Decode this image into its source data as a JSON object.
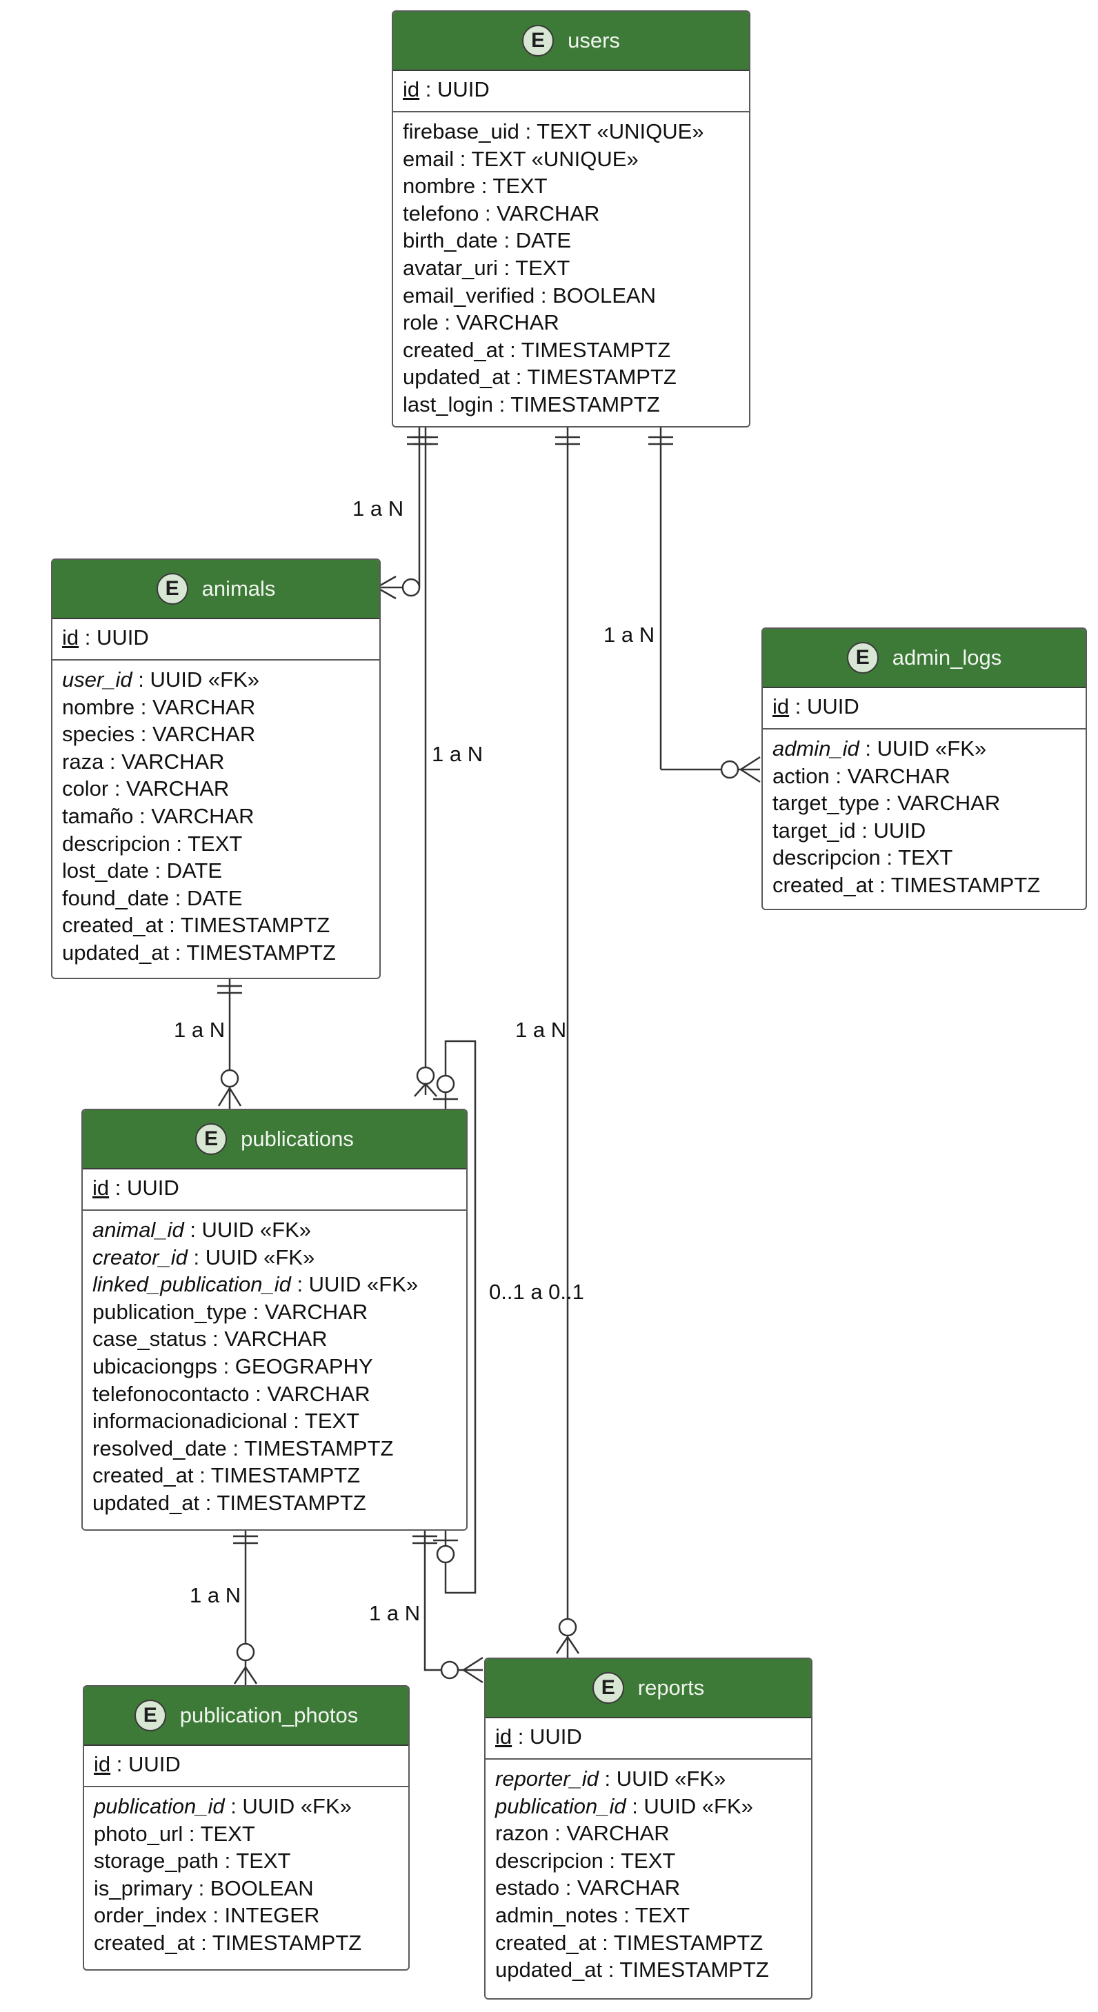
{
  "entities": {
    "users": {
      "icon": "E",
      "name": "users",
      "pk": {
        "name": "id",
        "type": " : UUID"
      },
      "attributes": [
        {
          "name": "firebase_uid",
          "type": " : TEXT «UNIQUE»",
          "fk": false
        },
        {
          "name": "email",
          "type": " : TEXT «UNIQUE»",
          "fk": false
        },
        {
          "name": "nombre",
          "type": " : TEXT",
          "fk": false
        },
        {
          "name": "telefono",
          "type": " : VARCHAR",
          "fk": false
        },
        {
          "name": "birth_date",
          "type": " : DATE",
          "fk": false
        },
        {
          "name": "avatar_uri",
          "type": " : TEXT",
          "fk": false
        },
        {
          "name": "email_verified",
          "type": " : BOOLEAN",
          "fk": false
        },
        {
          "name": "role",
          "type": " : VARCHAR",
          "fk": false
        },
        {
          "name": "created_at",
          "type": " : TIMESTAMPTZ",
          "fk": false
        },
        {
          "name": "updated_at",
          "type": " : TIMESTAMPTZ",
          "fk": false
        },
        {
          "name": "last_login",
          "type": " : TIMESTAMPTZ",
          "fk": false
        }
      ]
    },
    "animals": {
      "icon": "E",
      "name": "animals",
      "pk": {
        "name": "id",
        "type": " : UUID"
      },
      "attributes": [
        {
          "name": "user_id",
          "type": " : UUID «FK»",
          "fk": true
        },
        {
          "name": "nombre",
          "type": " : VARCHAR",
          "fk": false
        },
        {
          "name": "species",
          "type": " : VARCHAR",
          "fk": false
        },
        {
          "name": "raza",
          "type": " : VARCHAR",
          "fk": false
        },
        {
          "name": "color",
          "type": " : VARCHAR",
          "fk": false
        },
        {
          "name": "tamaño",
          "type": " : VARCHAR",
          "fk": false
        },
        {
          "name": "descripcion",
          "type": " : TEXT",
          "fk": false
        },
        {
          "name": "lost_date",
          "type": " : DATE",
          "fk": false
        },
        {
          "name": "found_date",
          "type": " : DATE",
          "fk": false
        },
        {
          "name": "created_at",
          "type": " : TIMESTAMPTZ",
          "fk": false
        },
        {
          "name": "updated_at",
          "type": " : TIMESTAMPTZ",
          "fk": false
        }
      ]
    },
    "admin_logs": {
      "icon": "E",
      "name": "admin_logs",
      "pk": {
        "name": "id",
        "type": " : UUID"
      },
      "attributes": [
        {
          "name": "admin_id",
          "type": " : UUID «FK»",
          "fk": true
        },
        {
          "name": "action",
          "type": " : VARCHAR",
          "fk": false
        },
        {
          "name": "target_type",
          "type": " : VARCHAR",
          "fk": false
        },
        {
          "name": "target_id",
          "type": " : UUID",
          "fk": false
        },
        {
          "name": "descripcion",
          "type": " : TEXT",
          "fk": false
        },
        {
          "name": "created_at",
          "type": " : TIMESTAMPTZ",
          "fk": false
        }
      ]
    },
    "publications": {
      "icon": "E",
      "name": "publications",
      "pk": {
        "name": "id",
        "type": " : UUID"
      },
      "attributes": [
        {
          "name": "animal_id",
          "type": " : UUID «FK»",
          "fk": true
        },
        {
          "name": "creator_id",
          "type": " : UUID «FK»",
          "fk": true
        },
        {
          "name": "linked_publication_id",
          "type": " : UUID «FK»",
          "fk": true
        },
        {
          "name": "publication_type",
          "type": " : VARCHAR",
          "fk": false
        },
        {
          "name": "case_status",
          "type": " : VARCHAR",
          "fk": false
        },
        {
          "name": "ubicaciongps",
          "type": " : GEOGRAPHY",
          "fk": false
        },
        {
          "name": "telefonocontacto",
          "type": " : VARCHAR",
          "fk": false
        },
        {
          "name": "informacionadicional",
          "type": " : TEXT",
          "fk": false
        },
        {
          "name": "resolved_date",
          "type": " : TIMESTAMPTZ",
          "fk": false
        },
        {
          "name": "created_at",
          "type": " : TIMESTAMPTZ",
          "fk": false
        },
        {
          "name": "updated_at",
          "type": " : TIMESTAMPTZ",
          "fk": false
        }
      ]
    },
    "publication_photos": {
      "icon": "E",
      "name": "publication_photos",
      "pk": {
        "name": "id",
        "type": " : UUID"
      },
      "attributes": [
        {
          "name": "publication_id",
          "type": " : UUID «FK»",
          "fk": true
        },
        {
          "name": "photo_url",
          "type": " : TEXT",
          "fk": false
        },
        {
          "name": "storage_path",
          "type": " : TEXT",
          "fk": false
        },
        {
          "name": "is_primary",
          "type": " : BOOLEAN",
          "fk": false
        },
        {
          "name": "order_index",
          "type": " : INTEGER",
          "fk": false
        },
        {
          "name": "created_at",
          "type": " : TIMESTAMPTZ",
          "fk": false
        }
      ]
    },
    "reports": {
      "icon": "E",
      "name": "reports",
      "pk": {
        "name": "id",
        "type": " : UUID"
      },
      "attributes": [
        {
          "name": "reporter_id",
          "type": " : UUID «FK»",
          "fk": true
        },
        {
          "name": "publication_id",
          "type": " : UUID «FK»",
          "fk": true
        },
        {
          "name": "razon",
          "type": " : VARCHAR",
          "fk": false
        },
        {
          "name": "descripcion",
          "type": " : TEXT",
          "fk": false
        },
        {
          "name": "estado",
          "type": " : VARCHAR",
          "fk": false
        },
        {
          "name": "admin_notes",
          "type": " : TEXT",
          "fk": false
        },
        {
          "name": "created_at",
          "type": " : TIMESTAMPTZ",
          "fk": false
        },
        {
          "name": "updated_at",
          "type": " : TIMESTAMPTZ",
          "fk": false
        }
      ]
    }
  },
  "relationships": [
    {
      "id": "users_animals",
      "from": "users",
      "to": "animals",
      "label": "1 a N"
    },
    {
      "id": "users_admin_logs",
      "from": "users",
      "to": "admin_logs",
      "label": "1 a N"
    },
    {
      "id": "users_publications",
      "from": "users",
      "to": "publications",
      "label": "1 a N"
    },
    {
      "id": "users_reports",
      "from": "users",
      "to": "reports",
      "label": "1 a N"
    },
    {
      "id": "animals_publications",
      "from": "animals",
      "to": "publications",
      "label": "1 a N"
    },
    {
      "id": "publications_self",
      "from": "publications",
      "to": "publications",
      "label": "0..1 a 0..1"
    },
    {
      "id": "publications_photos",
      "from": "publications",
      "to": "publication_photos",
      "label": "1 a N"
    },
    {
      "id": "publications_reports",
      "from": "publications",
      "to": "reports",
      "label": "1 a N"
    }
  ],
  "colors": {
    "header": "#3e7a37",
    "header_text": "#f0f5ef",
    "icon_bg": "#d8e6d4",
    "border": "#5a5a5a"
  }
}
